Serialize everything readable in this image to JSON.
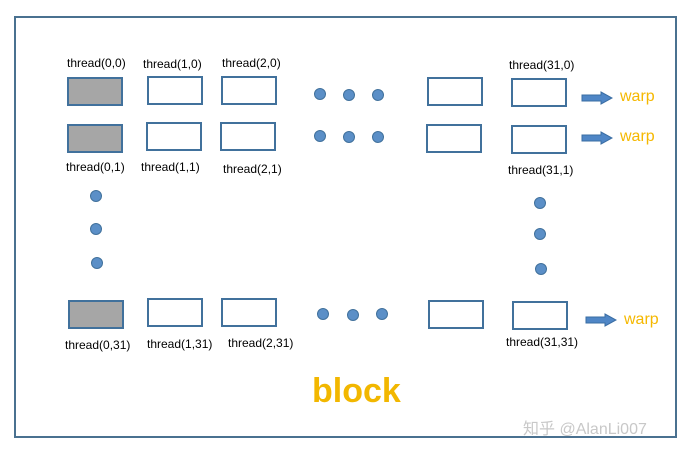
{
  "threads": {
    "row0": [
      "thread(0,0)",
      "thread(1,0)",
      "thread(2,0)",
      "thread(31,0)"
    ],
    "row1": [
      "thread(0,1)",
      "thread(1,1)",
      "thread(2,1)",
      "thread(31,1)"
    ],
    "row31": [
      "thread(0,31)",
      "thread(1,31)",
      "thread(2,31)",
      "thread(31,31)"
    ]
  },
  "warp_label": "warp",
  "block_label": "block",
  "watermark": "知乎 @AlanLi007",
  "colors": {
    "frame_border": "#4a7190",
    "cell_border": "#41719c",
    "shaded_cell": "#a6a6a6",
    "dot": "#5b8fc7",
    "warp_text": "#f5b800",
    "arrow": "#4f86c6",
    "block_text": "#f2b700"
  }
}
